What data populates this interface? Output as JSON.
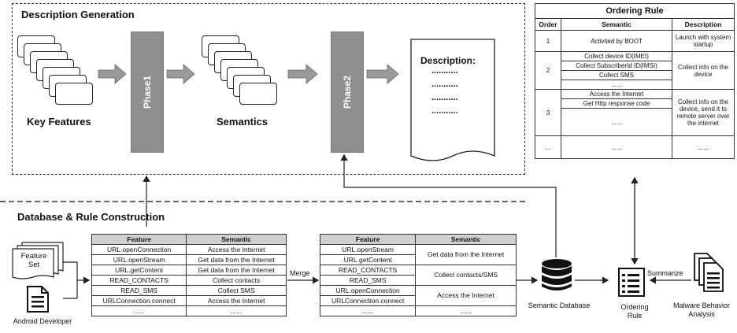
{
  "desc_gen": {
    "title": "Description Generation",
    "key_features": "Key Features",
    "phase1": "Phase1",
    "semantics": "Semantics",
    "phase2": "Phase2",
    "description_label": "Description:",
    "dots": "..........."
  },
  "db_rule": {
    "title": "Database & Rule Construction",
    "feature_set": "Feature Set",
    "android_dev": "Android Developer",
    "merge": "Merge",
    "semantic_database": "Semantic Database",
    "ordering_rule_label": "Ordering Rule",
    "summarize": "Summarize",
    "malware_analysis": "Malware Behavior Analysis"
  },
  "table1": {
    "headers": [
      "Feature",
      "Semantic"
    ],
    "rows": [
      [
        "URL.openConnection",
        "Access the Internet"
      ],
      [
        "URL.openStream",
        "Get data from the Internet"
      ],
      [
        "URL.getContent",
        "Get data from the Internet"
      ],
      [
        "READ_CONTACTS",
        "Collect contacts"
      ],
      [
        "READ_SMS",
        "Collect SMS"
      ],
      [
        "URLConnection.connect",
        "Access the Internet"
      ],
      [
        "......",
        "......"
      ]
    ]
  },
  "table2": {
    "headers": [
      "Feature",
      "Semantic"
    ],
    "features": [
      "URL.openStream",
      "URL.getContent",
      "READ_CONTACTS",
      "READ_SMS",
      "URL.openConnection",
      "URLConnection.connect",
      "......"
    ],
    "semantics": [
      "Get data from the Internet",
      "Collect contacts/SMS",
      "Access the Internet",
      "......"
    ]
  },
  "ordering_rule": {
    "title": "Ordering Rule",
    "headers": [
      "Order",
      "Semantic",
      "Description"
    ],
    "r1": {
      "order": "1",
      "semantic": "Activited by BOOT",
      "desc": "Launch with system startup"
    },
    "r2": {
      "order": "2",
      "s1": "Collect device ID(IMEI)",
      "s2": "Collect SubscriberId ID(IMSI)",
      "s3": "Collect SMS",
      "s4": "......",
      "desc": "Collect info on the device"
    },
    "r3": {
      "order": "3",
      "s1": "Access the Internet",
      "s2": "Get Http response code",
      "s3": "......",
      "desc": "Collect info on the device, send it to remote server over the internet"
    },
    "r4": {
      "order": "...",
      "semantic": "......",
      "desc": "......"
    }
  }
}
